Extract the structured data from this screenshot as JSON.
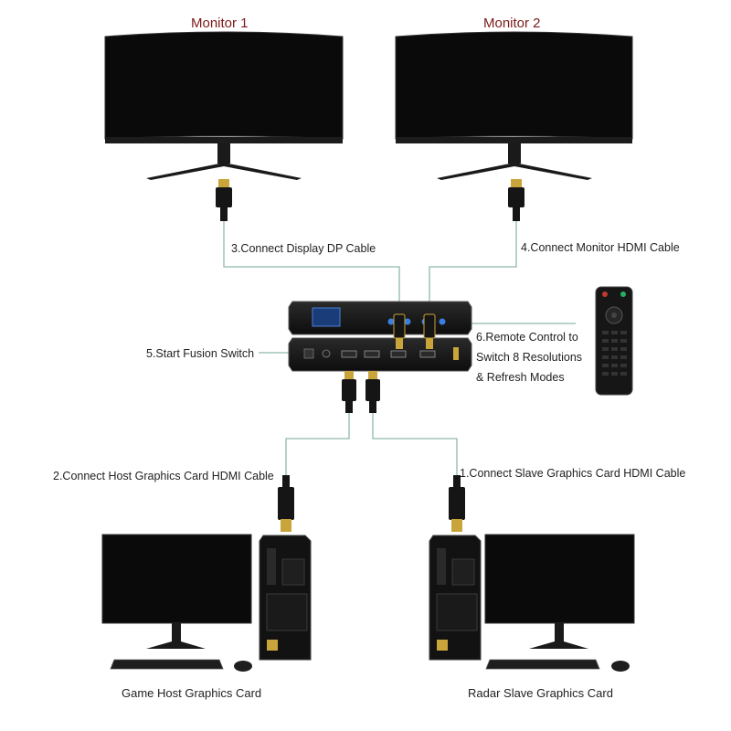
{
  "monitors": [
    {
      "title": "Monitor 1"
    },
    {
      "title": "Monitor 2"
    }
  ],
  "steps": {
    "step1": "1.Connect Slave Graphics Card HDMI Cable",
    "step2": "2.Connect Host Graphics Card HDMI Cable",
    "step3": "3.Connect Display DP Cable",
    "step4": "4.Connect Monitor HDMI Cable",
    "step5": "5.Start Fusion Switch",
    "step6_lines": [
      "6.Remote Control to",
      "Switch 8 Resolutions",
      "& Refresh Modes"
    ]
  },
  "computers": [
    {
      "title": "Game Host Graphics Card"
    },
    {
      "title": "Radar Slave Graphics Card"
    }
  ],
  "colors": {
    "cable_line": "#8fb8ae",
    "monitor_title": "#7a1a1a",
    "device_body": "#151515",
    "led_blue": "#3a7fe0",
    "plug_gold": "#c9a43a"
  }
}
